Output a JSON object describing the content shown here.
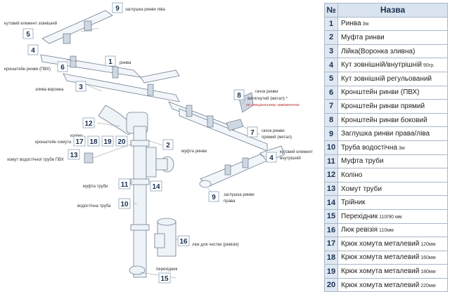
{
  "diagram": {
    "labels": [
      {
        "num": "9",
        "text": "заглушка ринви ліва"
      },
      {
        "num": "",
        "text": "кутовий елемент зовнішній"
      },
      {
        "num": "1",
        "text": "ринва"
      },
      {
        "num": "6",
        "text": "кронштейн ринви (ПВХ)"
      },
      {
        "num": "3",
        "text": "злива воронка"
      },
      {
        "num": "8",
        "text": "гачок ринви"
      },
      {
        "num": "",
        "text": "витягнутий  (метал) *"
      },
      {
        "num": "",
        "text": "по спеціальному замовленню"
      },
      {
        "num": "12",
        "text": "коліно"
      },
      {
        "num": "7",
        "text": "гачок ринви"
      },
      {
        "num": "",
        "text": "прямий (метал)"
      },
      {
        "num": "17",
        "text": "кронштейн хомута"
      },
      {
        "num": "18",
        "text": ""
      },
      {
        "num": "19",
        "text": ""
      },
      {
        "num": "20",
        "text": ""
      },
      {
        "num": "2",
        "text": "муфта ринви"
      },
      {
        "num": "4",
        "text": "кутовий елемент"
      },
      {
        "num": "",
        "text": "внутрішній"
      },
      {
        "num": "13",
        "text": "хомут водостічної труби ПВХ"
      },
      {
        "num": "11",
        "text": "муфта труби"
      },
      {
        "num": "14",
        "text": ""
      },
      {
        "num": "9",
        "text": "заглушка ринви"
      },
      {
        "num": "",
        "text": "права"
      },
      {
        "num": "10",
        "text": "водостічна труба"
      },
      {
        "num": "16",
        "text": "люк для чистки (ревізія)"
      },
      {
        "num": "15",
        "text": "перехідник"
      },
      {
        "num": "5",
        "text": ""
      }
    ]
  },
  "legend": {
    "header_num": "№",
    "header_name": "Назва",
    "rows": [
      {
        "num": "1",
        "name": "Ринва",
        "sub": " 3м"
      },
      {
        "num": "2",
        "name": "Муфта ринви",
        "sub": ""
      },
      {
        "num": "3",
        "name": "Лійка(Воронка зливна)",
        "sub": ""
      },
      {
        "num": "4",
        "name": "Кут зовнішній/внутрішній",
        "sub": " 90гр."
      },
      {
        "num": "5",
        "name": "Кут зовнішній регульований",
        "sub": ""
      },
      {
        "num": "6",
        "name": "Кронштейн ринви (ПВХ)",
        "sub": ""
      },
      {
        "num": "7",
        "name": "Кронштейн ринви прямий",
        "sub": ""
      },
      {
        "num": "8",
        "name": "Кронштейн ринви боковий",
        "sub": ""
      },
      {
        "num": "9",
        "name": "Заглушка ринви права/ліва",
        "sub": ""
      },
      {
        "num": "10",
        "name": "Труба водостічна",
        "sub": " 3м"
      },
      {
        "num": "11",
        "name": "Муфта труби",
        "sub": ""
      },
      {
        "num": "12",
        "name": "Коліно",
        "sub": ""
      },
      {
        "num": "13",
        "name": "Хомут труби",
        "sub": ""
      },
      {
        "num": "14",
        "name": "Трійник",
        "sub": ""
      },
      {
        "num": "15",
        "name": "Перехідник",
        "sub": " 110/90 мм"
      },
      {
        "num": "16",
        "name": "Люк ревізія",
        "sub": " 110мм"
      },
      {
        "num": "17",
        "name": "Крюк хомута металевий",
        "sub": " 120мм"
      },
      {
        "num": "18",
        "name": "Крюк хомута металевий",
        "sub": " 160мм"
      },
      {
        "num": "19",
        "name": "Крюк хомута металевий",
        "sub": " 180мм"
      },
      {
        "num": "20",
        "name": "Крюк хомута металевий",
        "sub": " 220мм"
      }
    ]
  }
}
